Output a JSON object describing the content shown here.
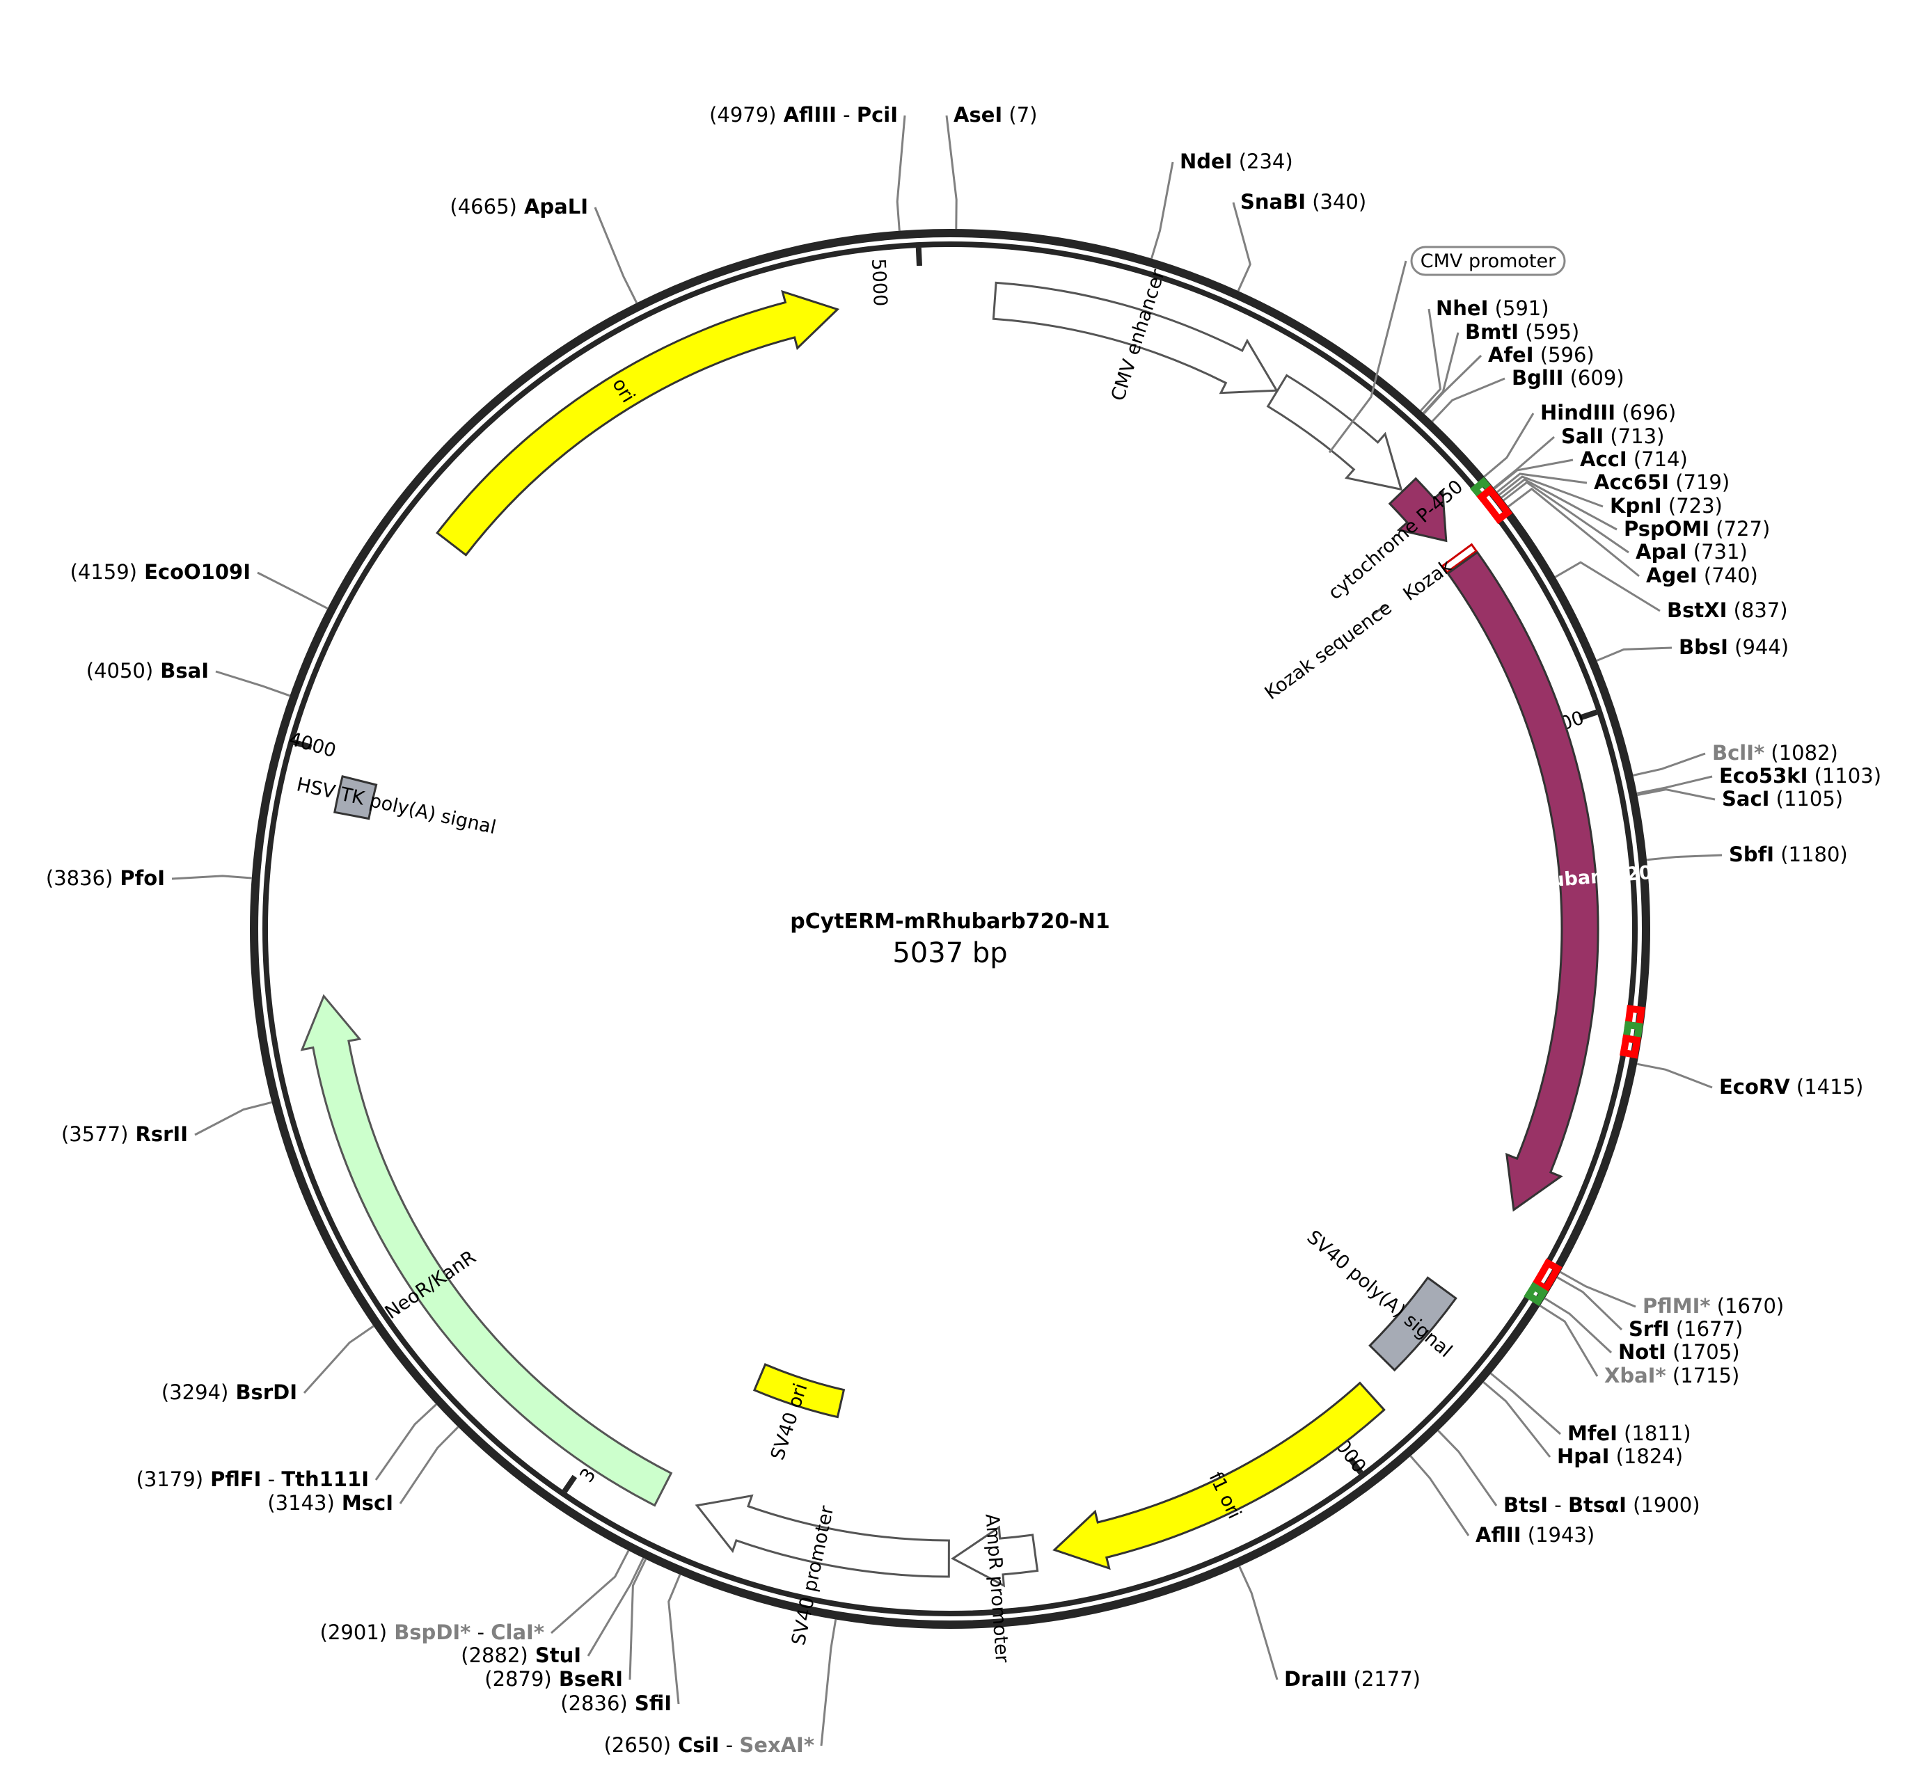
{
  "plasmid": {
    "name": "pCytERM-mRhubarb720-N1",
    "size_label": "5037 bp",
    "length": 5037
  },
  "ticks": [
    {
      "pos": 1000,
      "label": "1000"
    },
    {
      "pos": 2000,
      "label": "2000"
    },
    {
      "pos": 3000,
      "label": "3000"
    },
    {
      "pos": 4000,
      "label": "4000"
    },
    {
      "pos": 5000,
      "label": "5000"
    }
  ],
  "features": [
    {
      "name": "CMV enhancer",
      "start": 57,
      "end": 437,
      "track": 0,
      "fill": "#ffffff",
      "stroke": "#555555",
      "text": "#000000"
    },
    {
      "name": "CMV promoter",
      "start": 438,
      "end": 640,
      "track": 0,
      "fill": "#ffffff",
      "stroke": "#555555",
      "text": "#000000",
      "boxed_label": true
    },
    {
      "name": "cytochrome P-450",
      "start": 643,
      "end": 727,
      "track": 0,
      "fill": "#993366",
      "stroke": "#333333",
      "text": "#000000"
    },
    {
      "name": "Kozak",
      "start": 750,
      "end": 760,
      "track": 0,
      "fill": "#ffffff",
      "stroke": "#cc0000",
      "text": "#000000"
    },
    {
      "name": "Kozak sequence",
      "start": 747,
      "end": 757,
      "track": 1,
      "fill": "#555555",
      "stroke": "#555555",
      "text": "#000000"
    },
    {
      "name": "mRhubarb720",
      "start": 762,
      "end": 1630,
      "track": 0,
      "fill": "#993366",
      "stroke": "#333333",
      "text": "#ffffff"
    },
    {
      "name": "SV40 poly(A) signal",
      "start": 1765,
      "end": 1886,
      "track": 0,
      "fill": "#a6abb5",
      "stroke": "#333333",
      "text": "#000000"
    },
    {
      "name": "f1 ori",
      "start": 1930,
      "end": 2385,
      "track": 0,
      "fill": "#ffff00",
      "stroke": "#333333",
      "text": "#000000"
    },
    {
      "name": "AmpR promoter",
      "start": 2410,
      "end": 2515,
      "track": 0,
      "fill": "#ffffff",
      "stroke": "#555555",
      "text": "#000000"
    },
    {
      "name": "SV40 promoter",
      "start": 2520,
      "end": 2850,
      "track": 0,
      "fill": "#ffffff",
      "stroke": "#555555",
      "text": "#000000"
    },
    {
      "name": "SV40 ori",
      "start": 2700,
      "end": 2840,
      "track": 1,
      "fill": "#ffff00",
      "stroke": "#333333",
      "text": "#000000"
    },
    {
      "name": "NeoR/KanR",
      "start": 2898,
      "end": 3692,
      "track": 0,
      "fill": "#ccffcc",
      "stroke": "#555555",
      "text": "#000000"
    },
    {
      "name": "HSV TK poly(A) signal",
      "start": 3928,
      "end": 3975,
      "track": 0,
      "fill": "#a6abb5",
      "stroke": "#333333",
      "text": "#000000"
    },
    {
      "name": "ori",
      "start": 4305,
      "end": 4893,
      "track": 0,
      "fill": "#ffff00",
      "stroke": "#333333",
      "text": "#000000"
    }
  ],
  "sites": [
    {
      "parts": [
        {
          "t": "(4979)",
          "s": "n"
        },
        {
          "t": "AflIII",
          "s": "b"
        },
        {
          "t": " - ",
          "s": "n"
        },
        {
          "t": "PciI",
          "s": "b"
        }
      ],
      "pos": 4979
    },
    {
      "parts": [
        {
          "t": "AseI",
          "s": "b"
        },
        {
          "t": "(7)",
          "s": "n"
        }
      ],
      "pos": 7
    },
    {
      "parts": [
        {
          "t": "NdeI",
          "s": "b"
        },
        {
          "t": "(234)",
          "s": "n"
        }
      ],
      "pos": 234
    },
    {
      "parts": [
        {
          "t": "SnaBI",
          "s": "b"
        },
        {
          "t": "(340)",
          "s": "n"
        }
      ],
      "pos": 340
    },
    {
      "parts": [
        {
          "t": "(4665)",
          "s": "n"
        },
        {
          "t": "ApaLI",
          "s": "b"
        }
      ],
      "pos": 4665
    },
    {
      "parts": [
        {
          "t": "NheI",
          "s": "b"
        },
        {
          "t": "(591)",
          "s": "n"
        }
      ],
      "pos": 591
    },
    {
      "parts": [
        {
          "t": "BmtI",
          "s": "b"
        },
        {
          "t": "(595)",
          "s": "n"
        }
      ],
      "pos": 595
    },
    {
      "parts": [
        {
          "t": "AfeI",
          "s": "b"
        },
        {
          "t": "(596)",
          "s": "n"
        }
      ],
      "pos": 596
    },
    {
      "parts": [
        {
          "t": "BglII",
          "s": "b"
        },
        {
          "t": "(609)",
          "s": "n"
        }
      ],
      "pos": 609
    },
    {
      "parts": [
        {
          "t": "HindIII",
          "s": "b"
        },
        {
          "t": "(696)",
          "s": "n"
        }
      ],
      "pos": 696
    },
    {
      "parts": [
        {
          "t": "SalI",
          "s": "b"
        },
        {
          "t": "(713)",
          "s": "n"
        }
      ],
      "pos": 713
    },
    {
      "parts": [
        {
          "t": "AccI",
          "s": "b"
        },
        {
          "t": "(714)",
          "s": "n"
        }
      ],
      "pos": 714
    },
    {
      "parts": [
        {
          "t": "Acc65I",
          "s": "b"
        },
        {
          "t": "(719)",
          "s": "n"
        }
      ],
      "pos": 719
    },
    {
      "parts": [
        {
          "t": "KpnI",
          "s": "b"
        },
        {
          "t": "(723)",
          "s": "n"
        }
      ],
      "pos": 723
    },
    {
      "parts": [
        {
          "t": "PspOMI",
          "s": "b"
        },
        {
          "t": "(727)",
          "s": "n"
        }
      ],
      "pos": 727
    },
    {
      "parts": [
        {
          "t": "ApaI",
          "s": "b"
        },
        {
          "t": "(731)",
          "s": "n"
        }
      ],
      "pos": 731
    },
    {
      "parts": [
        {
          "t": "AgeI",
          "s": "b"
        },
        {
          "t": "(740)",
          "s": "n"
        }
      ],
      "pos": 740
    },
    {
      "parts": [
        {
          "t": "BstXI",
          "s": "b"
        },
        {
          "t": "(837)",
          "s": "n"
        }
      ],
      "pos": 837
    },
    {
      "parts": [
        {
          "t": "BbsI",
          "s": "b"
        },
        {
          "t": "(944)",
          "s": "n"
        }
      ],
      "pos": 944
    },
    {
      "parts": [
        {
          "t": "BclI*",
          "s": "g"
        },
        {
          "t": "(1082)",
          "s": "n"
        }
      ],
      "pos": 1082
    },
    {
      "parts": [
        {
          "t": "Eco53kI",
          "s": "b"
        },
        {
          "t": "(1103)",
          "s": "n"
        }
      ],
      "pos": 1103
    },
    {
      "parts": [
        {
          "t": "SacI",
          "s": "b"
        },
        {
          "t": "(1105)",
          "s": "n"
        }
      ],
      "pos": 1105
    },
    {
      "parts": [
        {
          "t": "SbfI",
          "s": "b"
        },
        {
          "t": "(1180)",
          "s": "n"
        }
      ],
      "pos": 1180
    },
    {
      "parts": [
        {
          "t": "EcoRV",
          "s": "b"
        },
        {
          "t": "(1415)",
          "s": "n"
        }
      ],
      "pos": 1415
    },
    {
      "parts": [
        {
          "t": "PflMI*",
          "s": "g"
        },
        {
          "t": "(1670)",
          "s": "n"
        }
      ],
      "pos": 1670
    },
    {
      "parts": [
        {
          "t": "SrfI",
          "s": "b"
        },
        {
          "t": "(1677)",
          "s": "n"
        }
      ],
      "pos": 1677
    },
    {
      "parts": [
        {
          "t": "NotI",
          "s": "b"
        },
        {
          "t": "(1705)",
          "s": "n"
        }
      ],
      "pos": 1705
    },
    {
      "parts": [
        {
          "t": "XbaI*",
          "s": "g"
        },
        {
          "t": "(1715)",
          "s": "n"
        }
      ],
      "pos": 1715
    },
    {
      "parts": [
        {
          "t": "MfeI",
          "s": "b"
        },
        {
          "t": "(1811)",
          "s": "n"
        }
      ],
      "pos": 1811
    },
    {
      "parts": [
        {
          "t": "HpaI",
          "s": "b"
        },
        {
          "t": "(1824)",
          "s": "n"
        }
      ],
      "pos": 1824
    },
    {
      "parts": [
        {
          "t": "BtsI",
          "s": "b"
        },
        {
          "t": " - ",
          "s": "n"
        },
        {
          "t": "BtsαI",
          "s": "b"
        },
        {
          "t": "(1900)",
          "s": "n"
        }
      ],
      "pos": 1900
    },
    {
      "parts": [
        {
          "t": "AflII",
          "s": "b"
        },
        {
          "t": "(1943)",
          "s": "n"
        }
      ],
      "pos": 1943
    },
    {
      "parts": [
        {
          "t": "DraIII",
          "s": "b"
        },
        {
          "t": "(2177)",
          "s": "n"
        }
      ],
      "pos": 2177
    },
    {
      "parts": [
        {
          "t": "(2650)",
          "s": "n"
        },
        {
          "t": "CsiI",
          "s": "b"
        },
        {
          "t": " - ",
          "s": "n"
        },
        {
          "t": "SexAI*",
          "s": "g"
        }
      ],
      "pos": 2650
    },
    {
      "parts": [
        {
          "t": "(2836)",
          "s": "n"
        },
        {
          "t": "SfiI",
          "s": "b"
        }
      ],
      "pos": 2836
    },
    {
      "parts": [
        {
          "t": "(2879)",
          "s": "n"
        },
        {
          "t": "BseRI",
          "s": "b"
        }
      ],
      "pos": 2879
    },
    {
      "parts": [
        {
          "t": "(2882)",
          "s": "n"
        },
        {
          "t": "StuI",
          "s": "b"
        }
      ],
      "pos": 2882
    },
    {
      "parts": [
        {
          "t": "(2901)",
          "s": "n"
        },
        {
          "t": "BspDI*",
          "s": "g"
        },
        {
          "t": " - ",
          "s": "n"
        },
        {
          "t": "ClaI*",
          "s": "g"
        }
      ],
      "pos": 2901
    },
    {
      "parts": [
        {
          "t": "(3143)",
          "s": "n"
        },
        {
          "t": "MscI",
          "s": "b"
        }
      ],
      "pos": 3143
    },
    {
      "parts": [
        {
          "t": "(3179)",
          "s": "n"
        },
        {
          "t": "PflFI",
          "s": "b"
        },
        {
          "t": " - ",
          "s": "n"
        },
        {
          "t": "Tth111I",
          "s": "b"
        }
      ],
      "pos": 3179
    },
    {
      "parts": [
        {
          "t": "(3294)",
          "s": "n"
        },
        {
          "t": "BsrDI",
          "s": "b"
        }
      ],
      "pos": 3294
    },
    {
      "parts": [
        {
          "t": "(3577)",
          "s": "n"
        },
        {
          "t": "RsrII",
          "s": "b"
        }
      ],
      "pos": 3577
    },
    {
      "parts": [
        {
          "t": "(3836)",
          "s": "n"
        },
        {
          "t": "PfoI",
          "s": "b"
        }
      ],
      "pos": 3836
    },
    {
      "parts": [
        {
          "t": "(4050)",
          "s": "n"
        },
        {
          "t": "BsaI",
          "s": "b"
        }
      ],
      "pos": 4050
    },
    {
      "parts": [
        {
          "t": "(4159)",
          "s": "n"
        },
        {
          "t": "EcoO109I",
          "s": "b"
        }
      ],
      "pos": 4159
    }
  ],
  "colors": {
    "backbone": "#262626",
    "leader": "#808080",
    "mcs_red": "#ff0000",
    "mcs_green": "#339933"
  }
}
